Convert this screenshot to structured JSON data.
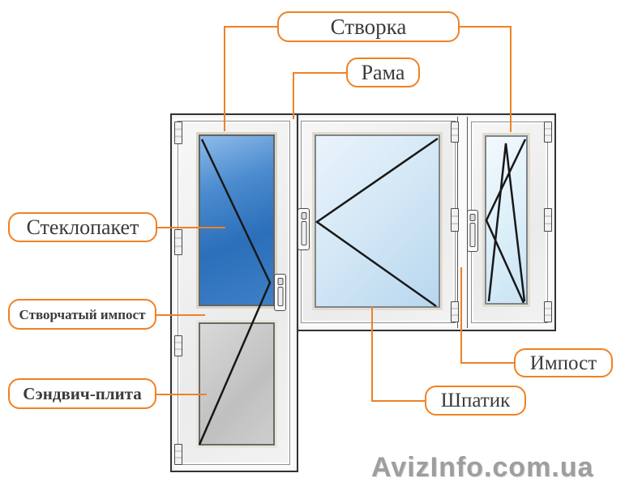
{
  "diagram": {
    "callouts": {
      "stvorka": {
        "text": "Створка"
      },
      "rama": {
        "text": "Рама"
      },
      "steklopaket": {
        "text": "Стеклопакет"
      },
      "stvorchatyy_impost": {
        "text": "Створчатый импост"
      },
      "sendvich_plita": {
        "text": "Сэндвич-плита"
      },
      "impost": {
        "text": "Импост"
      },
      "shpatik": {
        "text": "Шпатик"
      }
    },
    "colors": {
      "callout_orange": "#f08124",
      "outline_dark": "#333333",
      "door_glass_blue": "#2b6fba",
      "window_glass_light_blue": "#cfe4f4",
      "sandwich_gray": "#c6c6c6",
      "label_text": "#3b3b3b",
      "watermark_gray": "#9e9e9e"
    }
  },
  "watermark": {
    "text": "AvizInfo.com.ua"
  }
}
